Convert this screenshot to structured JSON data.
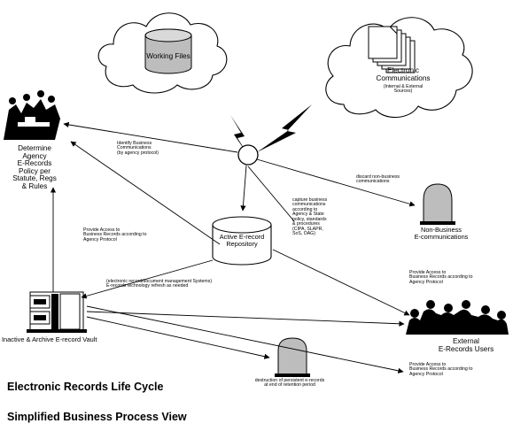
{
  "title": {
    "line1": "Electronic Records Life Cycle",
    "line2": "Simplified Business Process View"
  },
  "nodes": {
    "working_files": "Working Files",
    "electronic_communications": "Electronic\nCommunications",
    "electronic_communications_sub": "(Internal & External\nSources)",
    "determine_policy": "Determine\nAgency\nE-Records\nPolicy per\nStatute, Regs\n& Rules",
    "repository": "Active E-record\nRepository",
    "non_business": "Non-Business\nE-communications",
    "vault": "Inactive & Archive E-record Vault",
    "external_users": "External\nE-Records Users",
    "destruction": "destruction of persistent e-records\nat end of retention period"
  },
  "flows": {
    "identify": "Identify Business\nCommunications\n(by agency protocol)",
    "discard": "discard non-business\ncommunications",
    "capture": "capture business\ncommunications\naccording to\nAgency & State\npolicy, standards\n& procedures\n(CIPA, SLAPR,\nSoS, OAG)",
    "provide_access_left": "Provide Access to\nBusiness Records according to\nAgency Protocol",
    "electronic_management": "(electronic record/document management Systems)\nE-records technology refresh as needed",
    "provide_access_upper": "Provide Access to\nBusiness Records according to\nAgency Protocol",
    "provide_access_lower": "Provide Access to\nBusiness Records according to\nAgency Protocol"
  }
}
